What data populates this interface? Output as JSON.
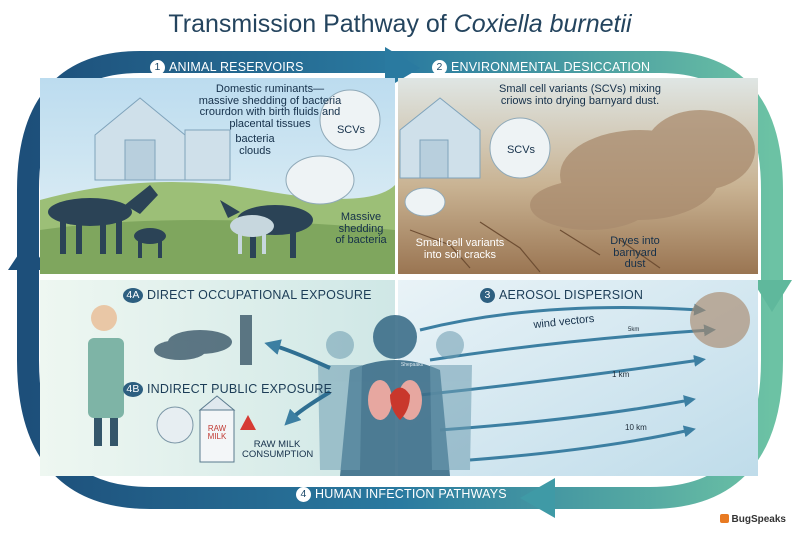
{
  "title": {
    "main": "Transmission Pathway of ",
    "organism": "Coxiella burnetii"
  },
  "stages": {
    "s1": {
      "num": "1",
      "label": "ANIMAL RESERVOIRS"
    },
    "s2": {
      "num": "2",
      "label": "ENVIRONMENTAL DESICCATION"
    },
    "s3": {
      "num": "3",
      "label": "AEROSOL DISPERSION"
    },
    "s4": {
      "num": "4",
      "label": "HUMAN INFECTION PATHWAYS"
    },
    "s4a": {
      "num": "4A",
      "label": "DIRECT OCCUPATIONAL EXPOSURE"
    },
    "s4b": {
      "num": "4B",
      "label": "INDIRECT PUBLIC EXPOSURE"
    }
  },
  "panel1": {
    "desc": "Domestic ruminants—\nmassive shedding of bacteria\ncrourdon with birth fluids and\nplacental tissues",
    "scv": "SCVs",
    "clouds": "bacteria\nclouds",
    "shedding": "Massive\nshedding\nof bacteria"
  },
  "panel2": {
    "desc": "Small cell variants (SCVs) mixing\ncriows into drying barnyard dust.",
    "scv": "SCVs",
    "cracks": "Small cell variants\ninto soil cracks",
    "dust": "Dryes into\nbarnyard\ndust"
  },
  "panel3": {
    "wind": "wind vectors",
    "km1": "1 km",
    "km10": "10 km",
    "tiny": "5km"
  },
  "panel4": {
    "milk_carton": "RAW\nMILK",
    "milk_label": "RAW MILK\nCONSUMPTION",
    "lung_tag": "Shepaaks"
  },
  "logo": "BugSpeaks",
  "colors": {
    "ring_dark": "#1f5f86",
    "ring_mid": "#2f86a6",
    "ring_light": "#5fb89c",
    "sky": "#cfe6f2",
    "grass": "#8fb46a",
    "soil": "#b8916a"
  }
}
